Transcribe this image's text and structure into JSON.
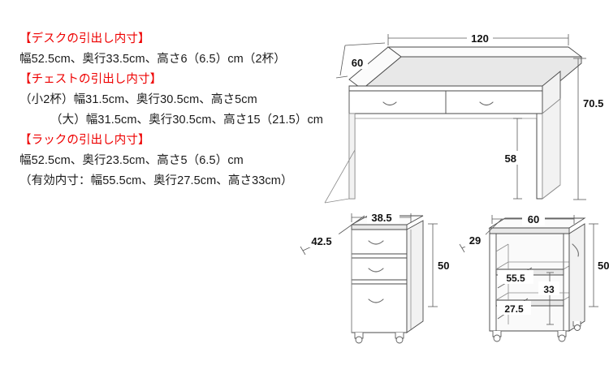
{
  "spec": {
    "lines": [
      {
        "text": "【デスクの引出し内寸】",
        "style": "heading"
      },
      {
        "text": "幅52.5cm、奥行33.5cm、高さ6（6.5）cm（2杯）",
        "style": "body"
      },
      {
        "text": "【チェストの引出し内寸】",
        "style": "heading"
      },
      {
        "text": "（小2杯）幅31.5cm、奥行30.5cm、高さ5cm",
        "style": "body"
      },
      {
        "text": "（大）幅31.5cm、奥行30.5cm、高さ15（21.5）cm",
        "style": "indent"
      },
      {
        "text": "【ラックの引出し内寸】",
        "style": "heading"
      },
      {
        "text": "幅52.5cm、奥行23.5cm、高さ5（6.5）cm",
        "style": "body"
      },
      {
        "text": "（有効内寸：幅55.5cm、奥行27.5cm、高さ33cm）",
        "style": "body"
      }
    ],
    "heading_color": "#ee0000",
    "body_color": "#1a1a1a"
  },
  "diagrams": {
    "desk": {
      "name": "desk",
      "width": "120",
      "depth": "60",
      "height": "70.5",
      "knee_height": "58",
      "drawer_count": 2
    },
    "chest": {
      "name": "chest",
      "width": "38.5",
      "depth": "42.5",
      "height": "50",
      "drawer_count": 3
    },
    "rack": {
      "name": "rack",
      "width": "60",
      "depth": "29",
      "height": "50",
      "inner_width": "55.5",
      "inner_height": "33",
      "inner_depth": "27.5"
    }
  }
}
